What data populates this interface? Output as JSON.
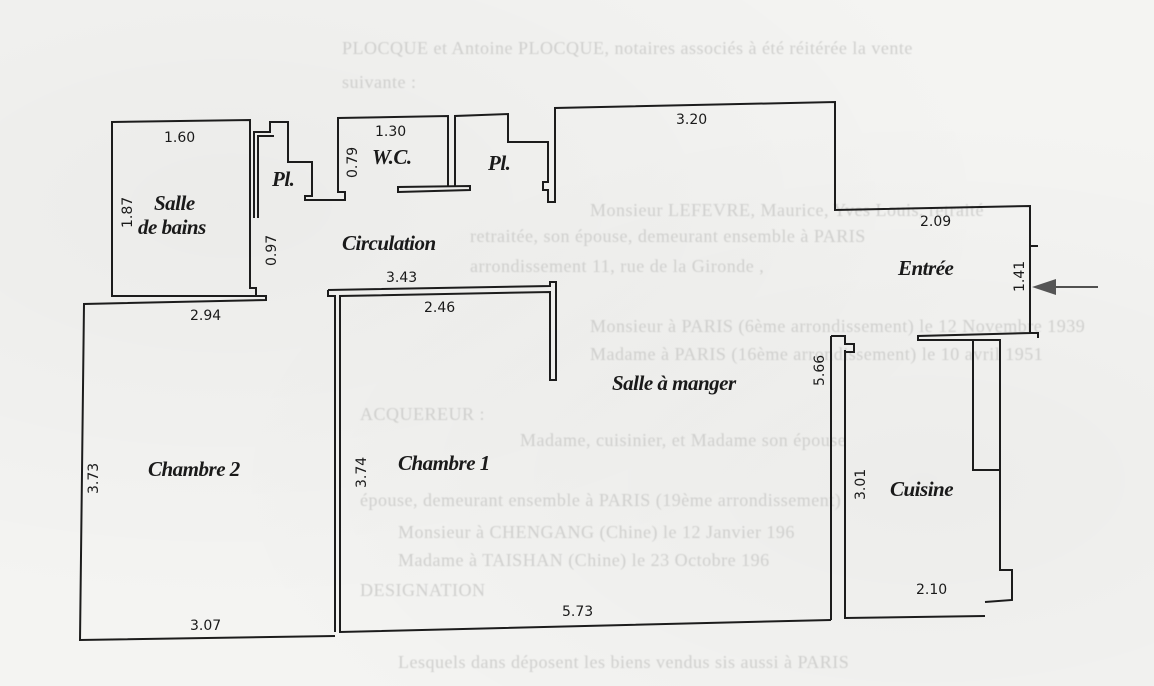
{
  "document": {
    "bleed_through": [
      "PLOCQUE et Antoine PLOCQUE, notaires associés à été réitérée la vente",
      "suivante :",
      "Monsieur LEFEVRE, Maurice, Yves Louis, retraité",
      "retraitée, son épouse, demeurant ensemble à PARIS",
      "arrondissement 11, rue de la Gironde ,",
      "Monsieur à PARIS (6ème arrondissement) le 12 Novembre 1939",
      "Madame à PARIS (16ème arrondissement) le 10 avril 1951",
      "ACQUEREUR :",
      "Madame, cuisinier, et Madame son épouse",
      "épouse, demeurant ensemble à PARIS (19ème arrondissement)",
      "Monsieur à CHENGANG (Chine) le 12 Janvier 196",
      "Madame à TAISHAN (Chine) le 23 Octobre 196",
      "DESIGNATION",
      "Lesquels dans déposent les biens vendus sis aussi à PARIS"
    ]
  },
  "floor_plan": {
    "rooms": [
      {
        "id": "salle-de-bains",
        "label_line1": "Salle",
        "label_line2": "de bains"
      },
      {
        "id": "placard-1",
        "label": "Pl."
      },
      {
        "id": "wc",
        "label": "W.C."
      },
      {
        "id": "placard-2",
        "label": "Pl."
      },
      {
        "id": "circulation",
        "label": "Circulation"
      },
      {
        "id": "entree",
        "label": "Entrée"
      },
      {
        "id": "salle-a-manger",
        "label": "Salle à manger"
      },
      {
        "id": "chambre-2",
        "label": "Chambre 2"
      },
      {
        "id": "chambre-1",
        "label": "Chambre 1"
      },
      {
        "id": "cuisine",
        "label": "Cuisine"
      }
    ],
    "dimensions": {
      "sdb_width": "1.60",
      "sdb_depth": "1.87",
      "circulation_side": "0.97",
      "wc_width": "1.30",
      "wc_depth": "0.79",
      "salle_top": "3.20",
      "entree_width": "2.09",
      "entree_depth": "1.41",
      "circulation_length": "3.43",
      "chambre1_top": "2.46",
      "chambre2_top": "2.94",
      "chambre2_depth": "3.73",
      "chambre2_bottom": "3.07",
      "chambre1_depth": "3.74",
      "salle_bottom": "5.73",
      "salle_depth": "5.66",
      "cuisine_depth": "3.01",
      "cuisine_width": "2.10"
    },
    "colors": {
      "wall": "#1c1c1c",
      "paper": "#f4f4f2",
      "bleed": "#cfcfcd"
    }
  }
}
